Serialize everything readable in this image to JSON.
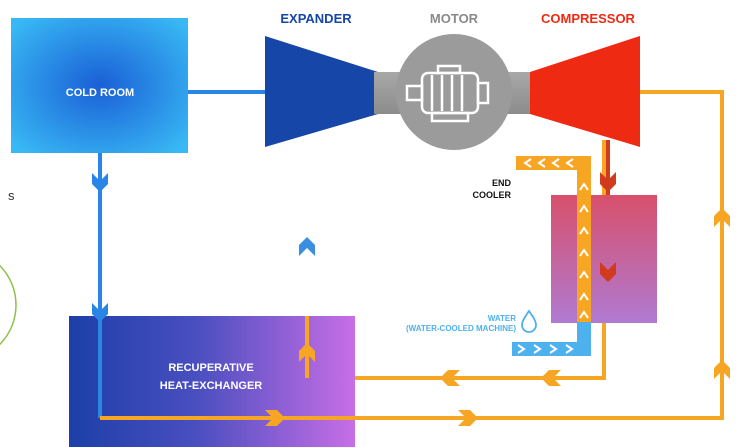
{
  "labels": {
    "expander": "EXPANDER",
    "motor": "MOTOR",
    "compressor": "COMPRESSOR",
    "cold_room": "COLD ROOM",
    "end_cooler_line1": "END",
    "end_cooler_line2": "COOLER",
    "water_line1": "WATER",
    "water_line2": "(WATER-COOLED MACHINE)",
    "recuperative_line1": "RECUPERATIVE",
    "recuperative_line2": "HEAT-EXCHANGER",
    "edge_fragment": "s"
  },
  "colors": {
    "expander": "#1646a8",
    "compressor": "#ee2a12",
    "motor_housing": "#9b9b9b",
    "cold_room_blue": "#2a86e6",
    "hot_line_orange": "#f6a623",
    "red_line": "#d23a1e",
    "water_blue": "#4db1ee",
    "heat_exchanger_left": "#1c3fa8",
    "heat_exchanger_right": "#c86ee6",
    "end_cooler_top": "#d8506b",
    "end_cooler_bottom": "#b07ad2",
    "circle_outline": "#8bc34a"
  },
  "icons": {
    "motor": "electric-motor-icon",
    "water": "water-drop-icon",
    "flow": "chevron-arrow-icon"
  }
}
